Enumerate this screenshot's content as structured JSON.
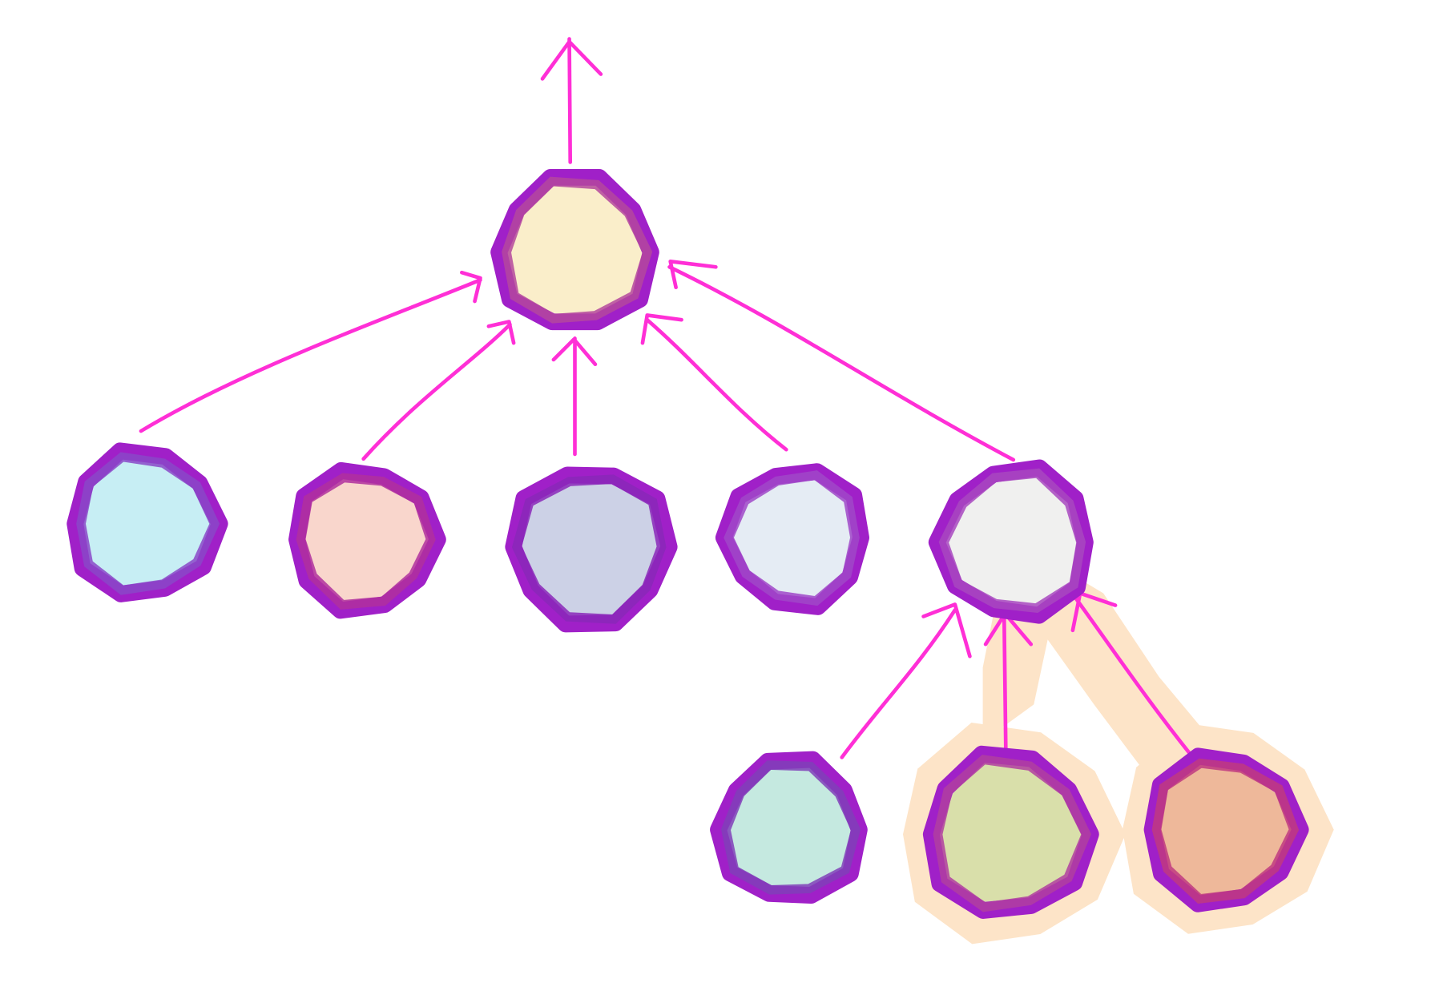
{
  "diagram": {
    "type": "tree",
    "colors": {
      "edge": "#ff2fd6",
      "node_outline": "#a020c8",
      "node_outline_alt": "#b44a9c",
      "highlight": "#fde4c8"
    },
    "nodes": [
      {
        "id": "root",
        "fill": "#faeeca",
        "outline": "#b4489e"
      },
      {
        "id": "child-1",
        "fill": "#c7eef4",
        "outline": "#8a48c8"
      },
      {
        "id": "child-2",
        "fill": "#f9d6cc",
        "outline": "#b0309e"
      },
      {
        "id": "child-3",
        "fill": "#ccd1e6",
        "outline": "#8a28b8"
      },
      {
        "id": "child-4",
        "fill": "#e5ecf4",
        "outline": "#a048c8"
      },
      {
        "id": "child-5",
        "fill": "#f0f0ef",
        "outline": "#a848c0"
      },
      {
        "id": "grandchild-1",
        "fill": "#c5e9e0",
        "outline": "#8040b8"
      },
      {
        "id": "grandchild-2",
        "fill": "#d9dfaa",
        "outline": "#b040a0",
        "highlighted": true
      },
      {
        "id": "grandchild-3",
        "fill": "#eeb89a",
        "outline": "#c03a80",
        "highlighted": true
      }
    ]
  }
}
